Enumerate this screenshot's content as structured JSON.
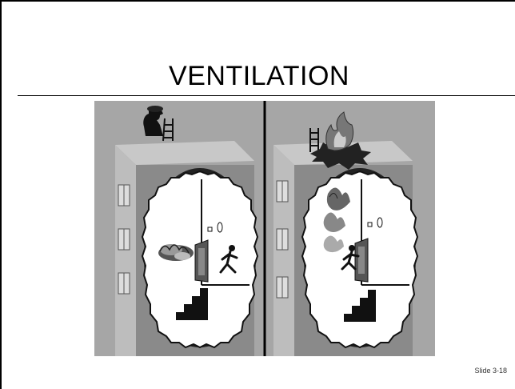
{
  "slide": {
    "title": "VENTILATION",
    "slide_number": "Slide 3-18"
  },
  "illustration": {
    "left_panel_scene": "firefighter-with-ladder-on-roof",
    "right_panel_scene": "roof-vent-opening-with-flames",
    "icons": [
      "firefighter-icon",
      "ladder-icon",
      "fire-icon",
      "door-icon",
      "running-person-icon",
      "stairs-icon",
      "window-icon"
    ]
  },
  "colors": {
    "background": "#ffffff",
    "panel_bg": "#a6a6a6",
    "building_front": "#8c8c8c",
    "building_side": "#b3b3b3",
    "divider": "#000000"
  }
}
